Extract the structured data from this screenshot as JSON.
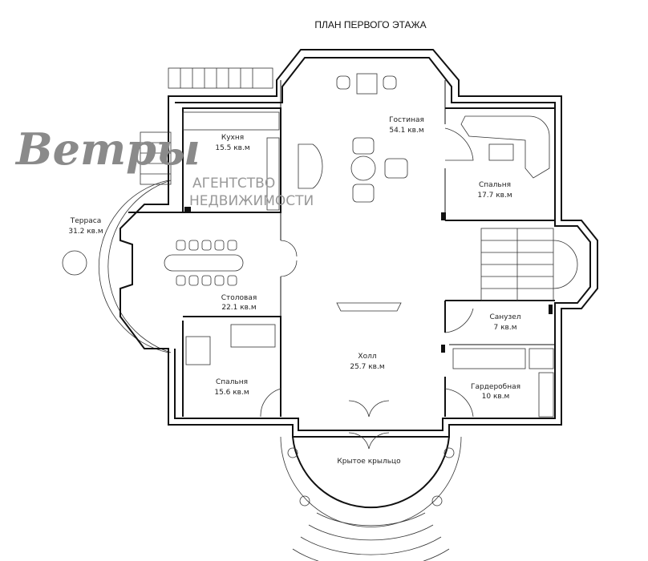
{
  "title": "ПЛАН ПЕРВОГО ЭТАЖА",
  "watermark": {
    "logo_line1": "Ветры",
    "logo_line2": "АГЕНТСТВО",
    "logo_line3": "НЕДВИЖИМОСТИ"
  },
  "rooms": {
    "kitchen": {
      "name": "Кухня",
      "area": "15.5 кв.м"
    },
    "living": {
      "name": "Гостиная",
      "area": "54.1 кв.м"
    },
    "bedroom_right": {
      "name": "Спальня",
      "area": "17.7 кв.м"
    },
    "terrace": {
      "name": "Терраса",
      "area": "31.2 кв.м"
    },
    "dining": {
      "name": "Столовая",
      "area": "22.1 кв.м"
    },
    "bathroom": {
      "name": "Санузел",
      "area": "7 кв.м"
    },
    "bedroom_left": {
      "name": "Спальня",
      "area": "15.6 кв.м"
    },
    "hall": {
      "name": "Холл",
      "area": "25.7 кв.м"
    },
    "wardrobe": {
      "name": "Гардеробная",
      "area": "10 кв.м"
    },
    "porch": {
      "name": "Крытое крыльцо"
    }
  }
}
